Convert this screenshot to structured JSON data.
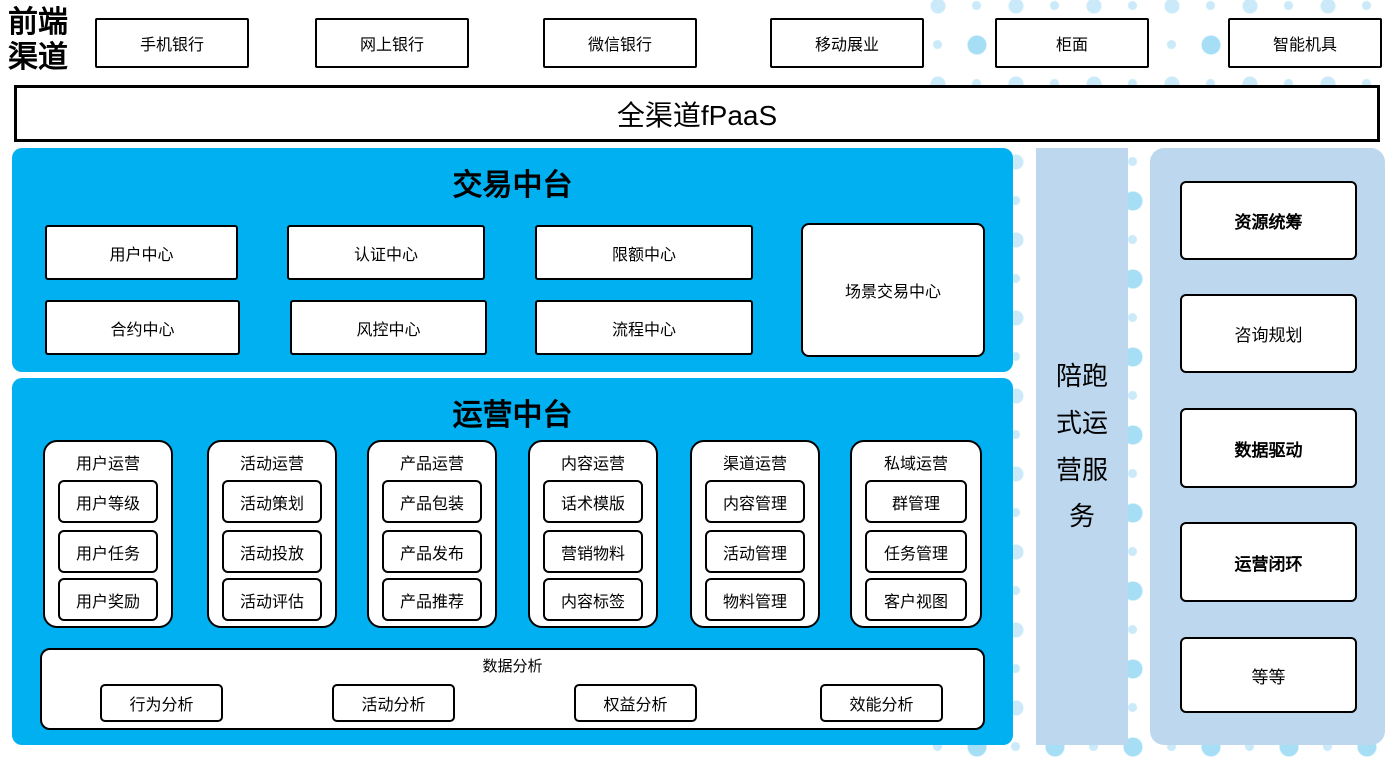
{
  "colors": {
    "platform_blue": "#00B0F0",
    "light_blue": "#BDD7EE",
    "dot_light": "#CBEAF9",
    "dot_mid": "#A6DFF5",
    "border": "#000000"
  },
  "front_channels": {
    "label": "前端渠道",
    "items": [
      "手机银行",
      "网上银行",
      "微信银行",
      "移动展业",
      "柜面",
      "智能机具"
    ]
  },
  "fpaas_bar": {
    "label": "全渠道fPaaS"
  },
  "trading_platform": {
    "title": "交易中台",
    "row1": [
      "用户中心",
      "认证中心",
      "限额中心"
    ],
    "row2": [
      "合约中心",
      "风控中心",
      "流程中心"
    ],
    "tall_box": "场景交易中心"
  },
  "operations_platform": {
    "title": "运营中台",
    "columns": [
      {
        "title": "用户运营",
        "items": [
          "用户等级",
          "用户任务",
          "用户奖励"
        ]
      },
      {
        "title": "活动运营",
        "items": [
          "活动策划",
          "活动投放",
          "活动评估"
        ]
      },
      {
        "title": "产品运营",
        "items": [
          "产品包装",
          "产品发布",
          "产品推荐"
        ]
      },
      {
        "title": "内容运营",
        "items": [
          "话术模版",
          "营销物料",
          "内容标签"
        ]
      },
      {
        "title": "渠道运营",
        "items": [
          "内容管理",
          "活动管理",
          "物料管理"
        ]
      },
      {
        "title": "私域运营",
        "items": [
          "群管理",
          "任务管理",
          "客户视图"
        ]
      }
    ],
    "data_analysis": {
      "title": "数据分析",
      "items": [
        "行为分析",
        "活动分析",
        "权益分析",
        "效能分析"
      ]
    }
  },
  "side_bar": {
    "label": "陪跑式运营服务"
  },
  "right_panel": {
    "items": [
      {
        "label": "资源统筹"
      },
      {
        "label": "咨询规划"
      },
      {
        "label": "数据驱动"
      },
      {
        "label": "运营闭环"
      },
      {
        "label": "等等"
      }
    ]
  }
}
